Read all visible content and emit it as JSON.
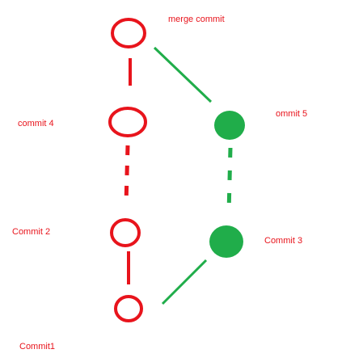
{
  "diagram": {
    "colors": {
      "main_branch": "#e8141c",
      "feature_branch": "#20ad4a",
      "label": "#e8141c",
      "background": "#ffffff"
    },
    "commits": {
      "merge": {
        "label": "merge commit",
        "branch": "main",
        "style": "hollow"
      },
      "commit4": {
        "label": "commit 4",
        "branch": "main",
        "style": "hollow"
      },
      "commit2": {
        "label": "Commit 2",
        "branch": "main",
        "style": "hollow"
      },
      "commit1": {
        "label": "Commit1",
        "branch": "main",
        "style": "hollow"
      },
      "commit5": {
        "label": "ommit 5",
        "branch": "feature",
        "style": "filled"
      },
      "commit3": {
        "label": "Commit 3",
        "branch": "feature",
        "style": "filled"
      }
    },
    "edges": [
      {
        "from": "merge",
        "to": "commit4",
        "branch": "main",
        "style": "solid"
      },
      {
        "from": "merge",
        "to": "commit5",
        "branch": "feature",
        "style": "solid"
      },
      {
        "from": "commit4",
        "to": "commit2",
        "branch": "main",
        "style": "dashed"
      },
      {
        "from": "commit5",
        "to": "commit3",
        "branch": "feature",
        "style": "dashed"
      },
      {
        "from": "commit2",
        "to": "commit1",
        "branch": "main",
        "style": "solid"
      },
      {
        "from": "commit3",
        "to": "commit1",
        "branch": "feature",
        "style": "solid"
      }
    ]
  }
}
